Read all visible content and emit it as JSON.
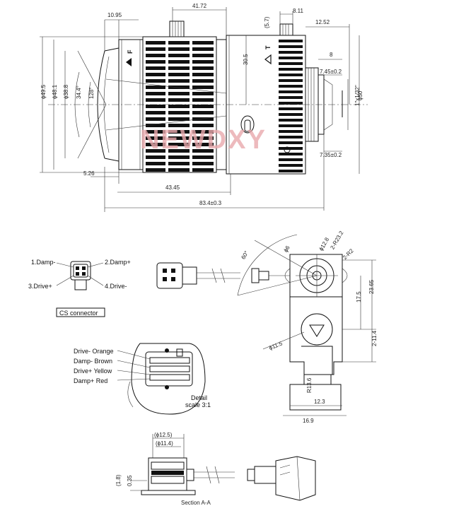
{
  "watermark": {
    "text": "NEWDXY",
    "color": "#e9a9ad"
  },
  "top_view": {
    "dims": {
      "d1095": "10.95",
      "d4172": "41.72",
      "d811": "8.11",
      "d57": "(5.7)",
      "d1252": "12.52",
      "d305": "30.5",
      "d8": "8",
      "d745": "7.45±0.2",
      "d735": "7.35±0.2",
      "d526": "5.26",
      "d4345": "43.45",
      "d834": "83.4±0.3",
      "phi495": "ϕ49.5",
      "phi481": "ϕ48.1",
      "phi388": "ϕ38.8",
      "phi50": "ϕ50",
      "a344": "34.4°",
      "a128": "128°",
      "thread": "1\"x1/32\""
    },
    "markings": {
      "focus": "F",
      "zoom": "T"
    }
  },
  "connector": {
    "pins": [
      "1.Damp-",
      "2.Damp+",
      "3.Drive+",
      "4.Drive-"
    ],
    "caption": "CS connector"
  },
  "side_view": {
    "dims": {
      "a60": "60°",
      "phi6": "ϕ6",
      "phi128": "ϕ12.8",
      "r232": "2-R23.2",
      "r2": "2-R2",
      "d175": "17.5",
      "d2365": "23.65",
      "phi115": "ϕ11.5",
      "d114": "2-11.4",
      "r136": "R13.6",
      "d123": "12.3",
      "d169": "16.9"
    }
  },
  "detail": {
    "wires": [
      "Drive- Orange",
      "Damp- Brown",
      "Drive+ Yellow",
      "Damp+ Red"
    ],
    "caption_line1": "Detail",
    "caption_line2": "scale 3:1"
  },
  "section": {
    "dims": {
      "phi125": "(ϕ12.5)",
      "phi114": "(ϕ11.4)",
      "d18": "(1.8)",
      "d035": "0.35"
    },
    "caption": "Section A-A"
  }
}
